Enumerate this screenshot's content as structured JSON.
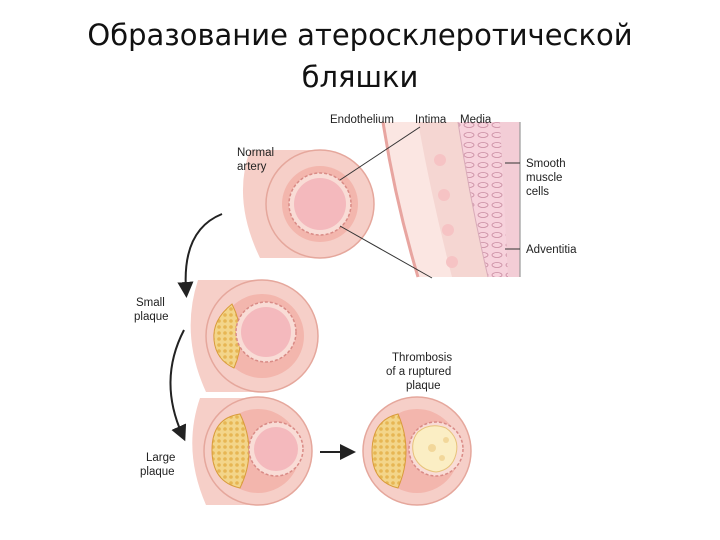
{
  "slide": {
    "title_line1": "Образование атеросклеротической",
    "title_line2": "бляшки"
  },
  "figure": {
    "labels": {
      "endothelium": "Endothelium",
      "intima": "Intima",
      "media": "Media",
      "normal_artery_1": "Normal",
      "normal_artery_2": "artery",
      "smooth_muscle_1": "Smooth",
      "smooth_muscle_2": "muscle",
      "smooth_muscle_3": "cells",
      "adventitia": "Adventitia",
      "small_plaque_1": "Small",
      "small_plaque_2": "plaque",
      "thrombosis_1": "Thrombosis",
      "thrombosis_2": "of a ruptured",
      "thrombosis_3": "plaque",
      "large_plaque_1": "Large",
      "large_plaque_2": "plaque"
    },
    "colors": {
      "artery_outer": "#f6cfc8",
      "artery_wall": "#f3b6ad",
      "media_ring": "#f9dcd6",
      "lumen": "#f4b9bd",
      "plaque": "#f3d58a",
      "plaque_dots": "#e6b54c",
      "thrombus": "#fbeec4",
      "arrow": "#222222",
      "leader": "#333333"
    }
  }
}
